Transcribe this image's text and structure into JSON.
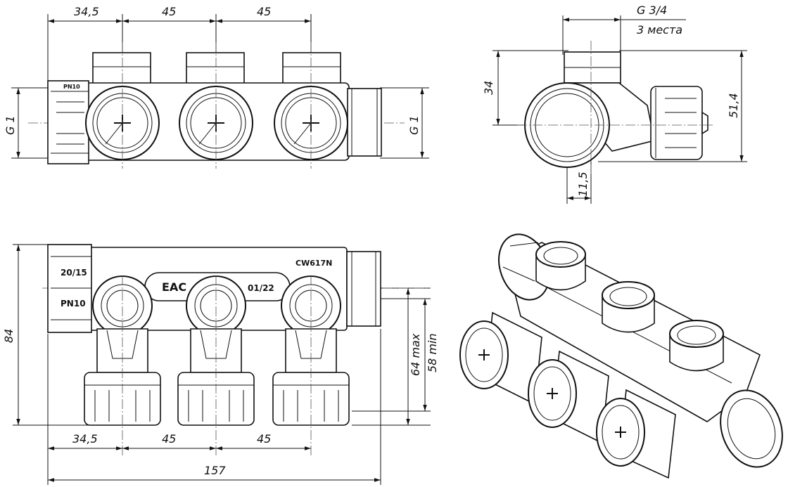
{
  "front_view": {
    "dim_top_1": "34,5",
    "dim_top_2": "45",
    "dim_top_3": "45",
    "thread_left": "G 1",
    "thread_right": "G 1",
    "pn_mark": "PN10"
  },
  "side_view": {
    "thread_label": "G 3/4",
    "thread_note": "3 места",
    "dim_height_left": "34",
    "dim_height_right": "51,4",
    "dim_offset": "11,5"
  },
  "top_view": {
    "dim_overall_height": "84",
    "label_size": "20/15",
    "label_pressure": "PN10",
    "label_material": "CW617N",
    "label_cert": "EAC",
    "label_date": "01/22",
    "dim_64": "64 max",
    "dim_58": "58 min",
    "dim_bottom_1": "34,5",
    "dim_bottom_2": "45",
    "dim_bottom_3": "45",
    "dim_total": "157"
  }
}
